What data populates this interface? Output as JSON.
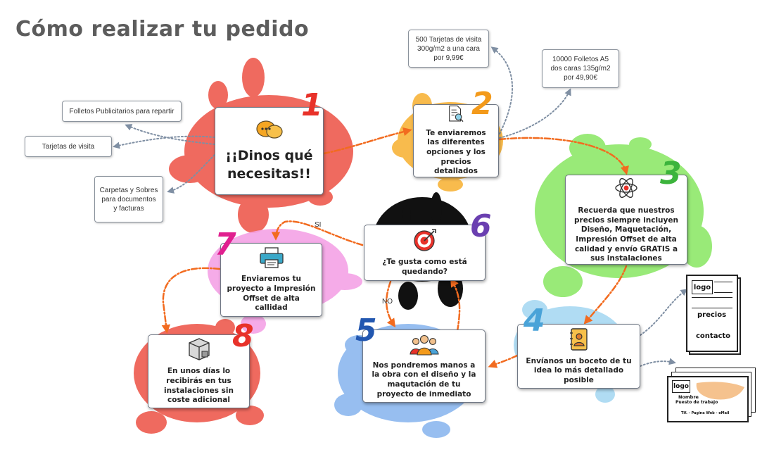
{
  "title": "Cómo realizar tu pedido",
  "steps": [
    {
      "num": "1",
      "label": "¡¡Dinos qué necesitas!!",
      "color": "#e8322a",
      "splash": "#ee5a4e"
    },
    {
      "num": "2",
      "label": "Te enviaremos las diferentes opciones y los precios detallados",
      "color": "#f39a1b",
      "splash": "#f8b43a"
    },
    {
      "num": "3",
      "label": "Recuerda que nuestros precios siempre incluyen Diseño, Maquetación, Impresión Offset de alta calidad y envío GRATIS a sus instalaciones",
      "color": "#3cb43c",
      "splash": "#8ee86a"
    },
    {
      "num": "4",
      "label": "Envíanos un boceto de tu idea lo más detallado posible",
      "color": "#4aa3d8",
      "splash": "#a8d9f2"
    },
    {
      "num": "5",
      "label": "Nos pondremos manos a la obra con el diseño y la maqutación de tu proyecto de inmediato",
      "color": "#2257b0",
      "splash": "#8cb8ef"
    },
    {
      "num": "6",
      "label": "¿Te gusta como está quedando?",
      "color": "#6a3fb0",
      "splash": "#111111"
    },
    {
      "num": "7",
      "label": "Enviaremos tu proyecto a Impresión Offset de alta callidad",
      "color": "#e0208f",
      "splash": "#f4a2e6"
    },
    {
      "num": "8",
      "label": "En unos días lo recibirás en tus instalaciones sin coste adicional",
      "color": "#e8322a",
      "splash": "#ee5a4e"
    }
  ],
  "notes": {
    "folletos": "Folletos Publicitarios para repartir",
    "tarjetas": "Tarjetas de visita",
    "carpetas": "Carpetas y Sobres para documentos y facturas",
    "offer1": "500 Tarjetas de visita 300g/m2 a una cara por 9,99€",
    "offer2": "10000 Folletos A5 dos caras 135g/m2 por 49,90€"
  },
  "edge_labels": {
    "si": "SI",
    "no": "NO"
  },
  "flyer": {
    "logo": "logo",
    "precios": "precios",
    "contacto": "contacto"
  },
  "card": {
    "logo": "logo",
    "name": "Nombre",
    "role": "Puesto de trabajo",
    "footer": "Tlf. - Pagina Web - eMail"
  },
  "colors": {
    "arrow_orange": "#f26b1f",
    "arrow_gray": "#7f8fa3",
    "title": "#5c5c5c"
  }
}
